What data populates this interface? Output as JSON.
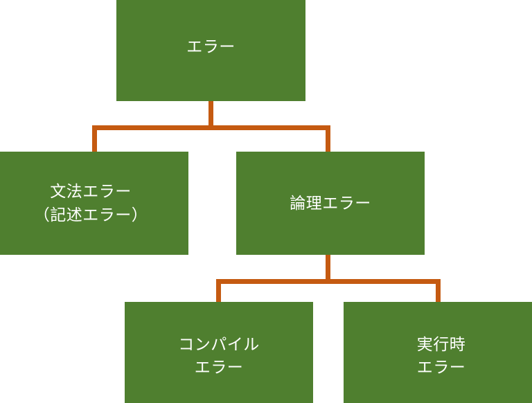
{
  "diagram": {
    "title": "エラー",
    "type": "tree-hierarchy",
    "background_color": "#ffffff",
    "node_fill_color": "#4f7f2f",
    "node_text_color": "#ffffff",
    "connector_color": "#c55a11",
    "nodes": [
      {
        "id": "root",
        "name": "error",
        "lines": [
          "エラー"
        ],
        "level": 1
      },
      {
        "id": "syntax",
        "name": "syntax-error",
        "lines": [
          "文法エラー",
          "（記述エラー）"
        ],
        "level": 2
      },
      {
        "id": "logic",
        "name": "logic-error",
        "lines": [
          "論理エラー"
        ],
        "level": 2
      },
      {
        "id": "compile",
        "name": "compile-error",
        "lines": [
          "コンパイル",
          "エラー"
        ],
        "level": 3
      },
      {
        "id": "runtime",
        "name": "runtime-error",
        "lines": [
          "実行時",
          "エラー"
        ],
        "level": 3
      }
    ],
    "edges": [
      {
        "from": "root",
        "to": "syntax",
        "style": "elbow"
      },
      {
        "from": "root",
        "to": "logic",
        "style": "elbow"
      },
      {
        "from": "logic",
        "to": "compile",
        "style": "elbow"
      },
      {
        "from": "logic",
        "to": "runtime",
        "style": "elbow"
      }
    ]
  }
}
